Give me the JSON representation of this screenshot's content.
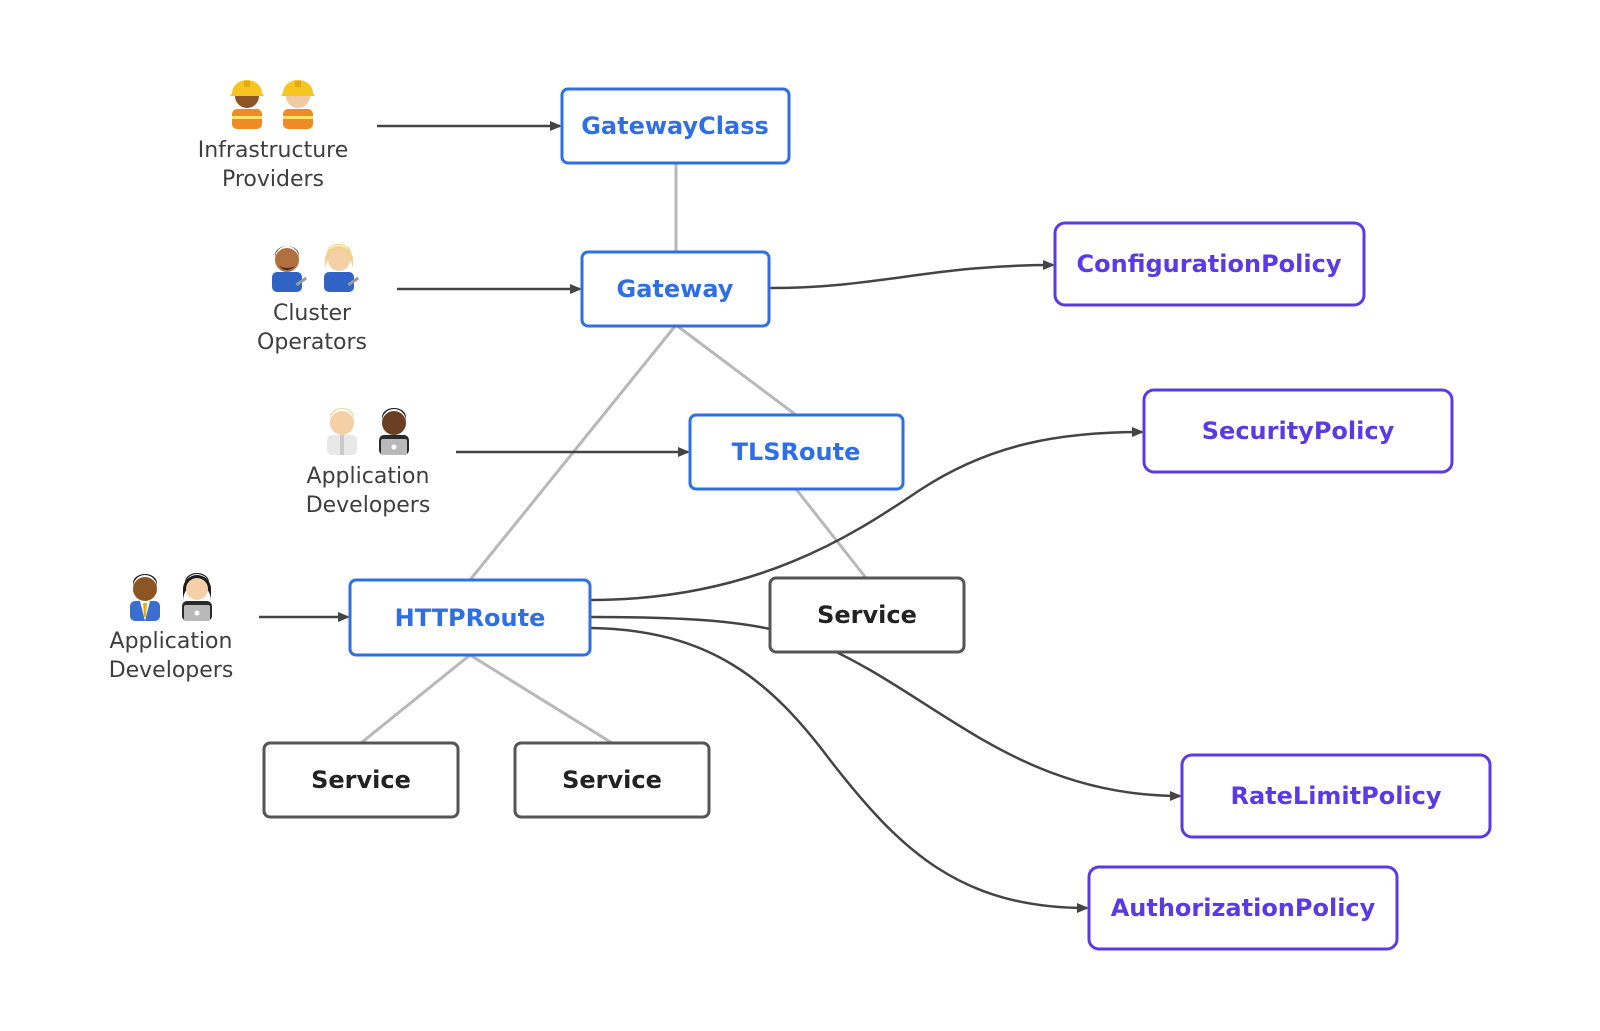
{
  "colors": {
    "core_blue": "#2f6fe5",
    "service_gray": "#555555",
    "policy_purple": "#5a3ae6",
    "tree_line": "#b8b8b8",
    "arrow": "#444444"
  },
  "actors": [
    {
      "line1": "Infrastructure",
      "line2": "Providers",
      "icons": [
        "construction-worker-woman-icon",
        "construction-worker-man-icon"
      ]
    },
    {
      "line1": "Cluster",
      "line2": "Operators",
      "icons": [
        "mechanic-man-icon",
        "mechanic-woman-icon"
      ]
    },
    {
      "line1": "Application",
      "line2": "Developers",
      "icons": [
        "scientist-person-icon",
        "technologist-person-icon"
      ]
    },
    {
      "line1": "Application",
      "line2": "Developers",
      "icons": [
        "office-worker-man-icon",
        "technologist-woman-icon"
      ]
    }
  ],
  "nodes": {
    "gatewayclass": "GatewayClass",
    "gateway": "Gateway",
    "tlsroute": "TLSRoute",
    "httproute": "HTTPRoute",
    "service_tls": "Service",
    "service_http_1": "Service",
    "service_http_2": "Service"
  },
  "policies": {
    "configuration": "ConfigurationPolicy",
    "security": "SecurityPolicy",
    "ratelimit": "RateLimitPolicy",
    "authorization": "AuthorizationPolicy"
  }
}
